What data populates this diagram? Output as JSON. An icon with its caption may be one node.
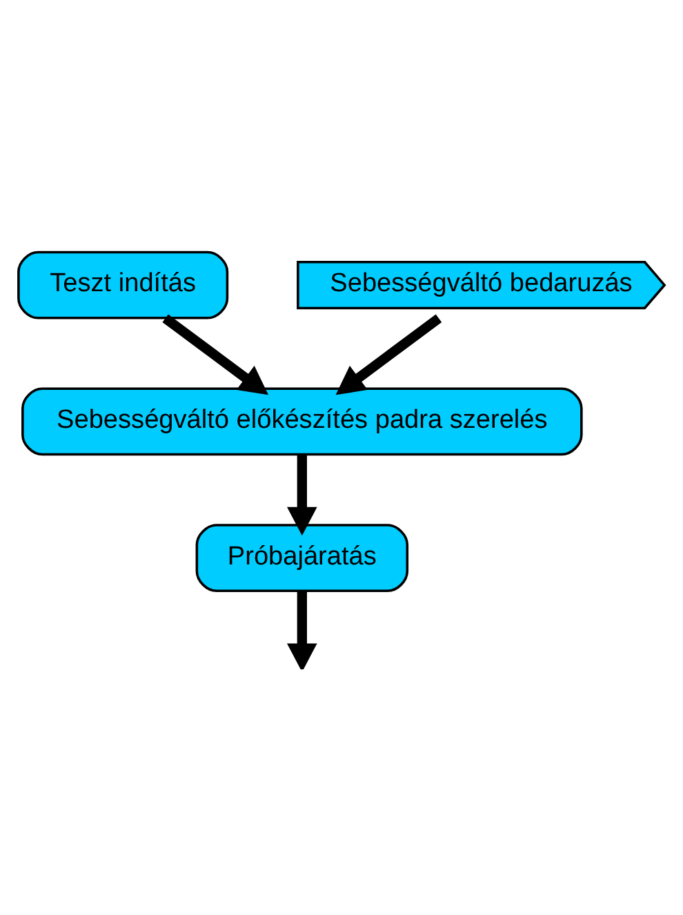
{
  "diagram": {
    "nodes": [
      {
        "text": [
          "Teszt indítás"
        ]
      },
      {
        "text": [
          "Sebességváltó bedaruzás"
        ]
      },
      {
        "text": [
          "Sebességváltó előkészítés padra szerelés"
        ]
      },
      {
        "text": [
          "Próbajáratás"
        ]
      }
    ],
    "edges": [
      {
        "from": 0,
        "to": 2,
        "arrow": "to"
      },
      {
        "from": 1,
        "to": 2,
        "arrow": "to"
      },
      {
        "from": 2,
        "to": 3,
        "arrow": "to"
      },
      {
        "from": 3,
        "to": null,
        "arrow": "to"
      }
    ]
  }
}
